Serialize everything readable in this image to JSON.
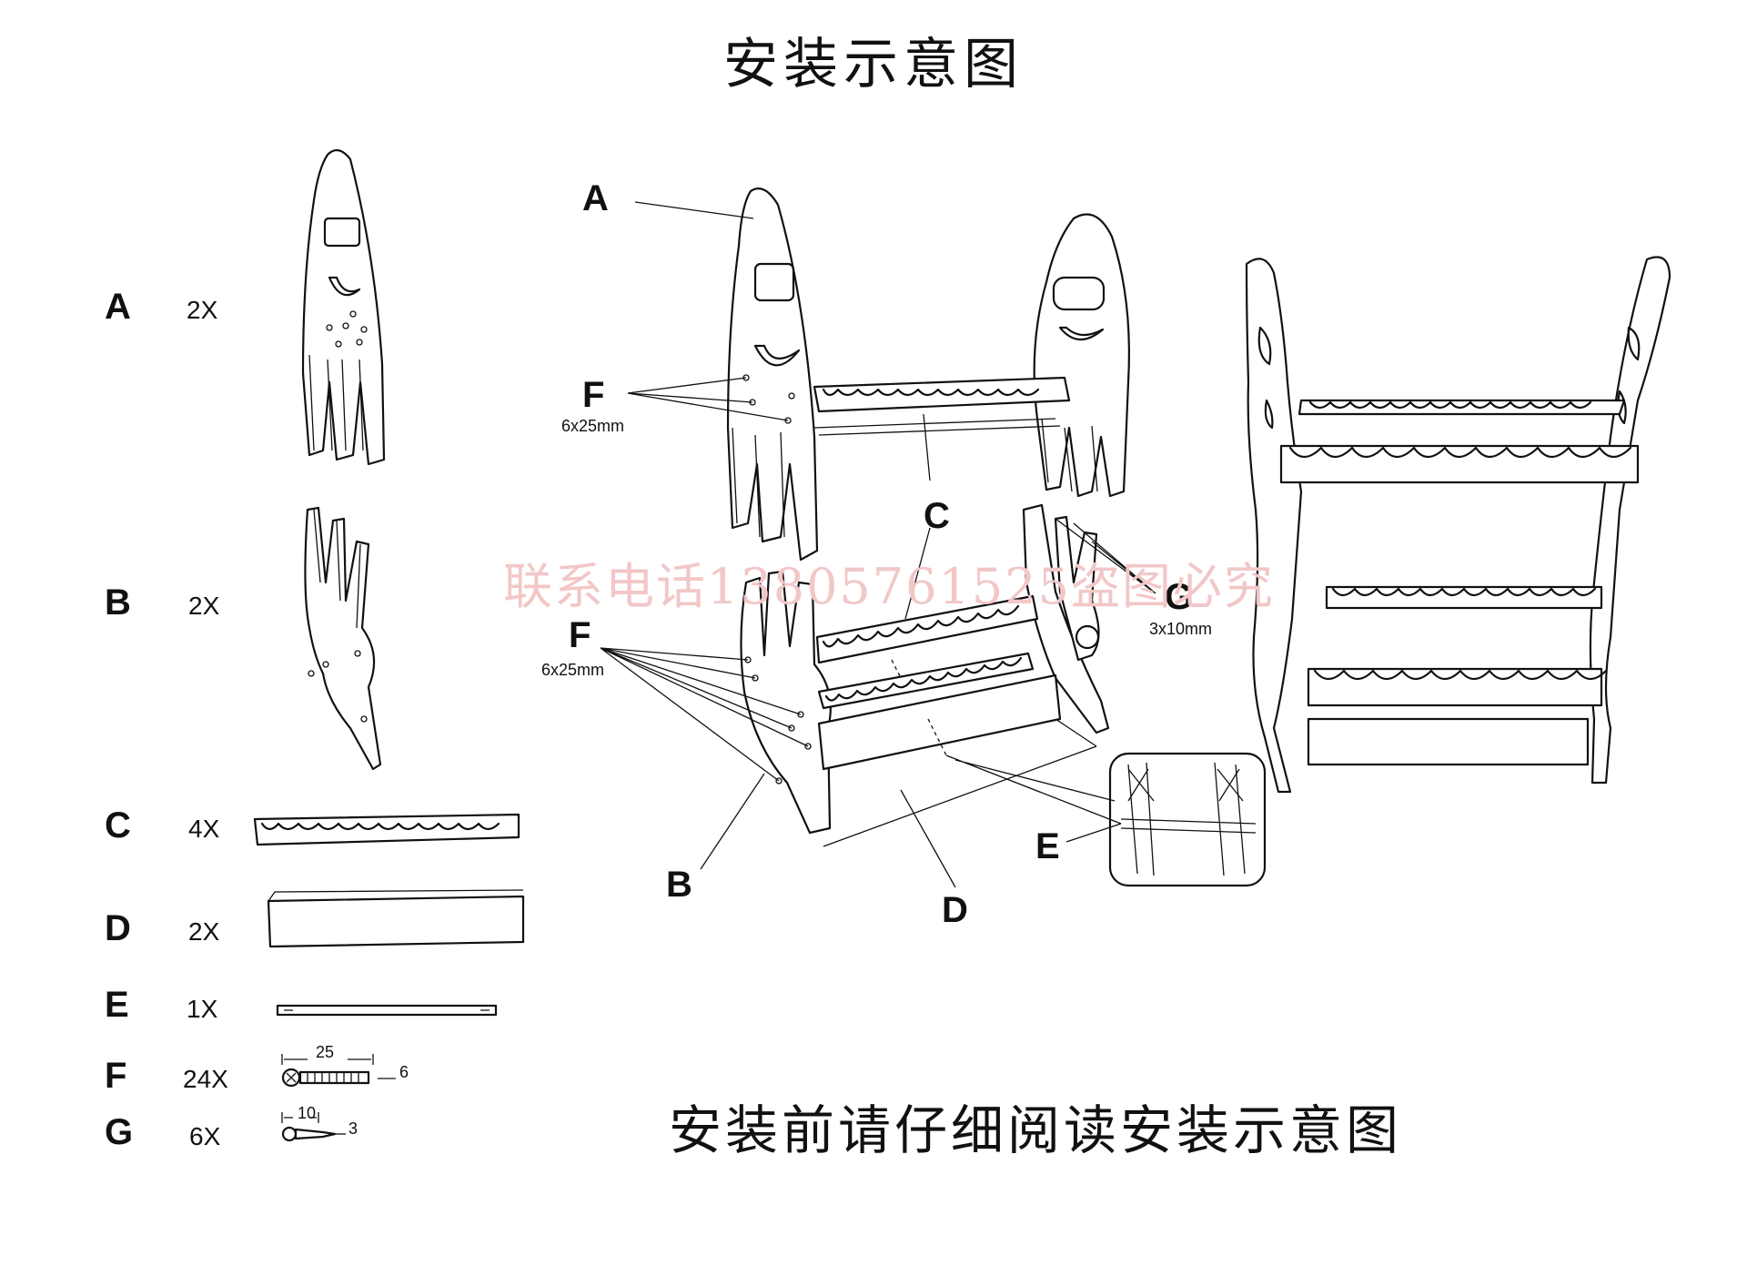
{
  "title": "安装示意图",
  "footer": "安装前请仔细阅读安装示意图",
  "watermark": "联系电话13805761525盗图必究",
  "parts": [
    {
      "id": "A",
      "qty": "2X"
    },
    {
      "id": "B",
      "qty": "2X"
    },
    {
      "id": "C",
      "qty": "4X"
    },
    {
      "id": "D",
      "qty": "2X"
    },
    {
      "id": "E",
      "qty": "1X"
    },
    {
      "id": "F",
      "qty": "24X"
    },
    {
      "id": "G",
      "qty": "6X"
    }
  ],
  "screw_f": {
    "length": "25",
    "diameter": "6"
  },
  "screw_g": {
    "length": "10",
    "diameter": "3"
  },
  "callouts": {
    "a": "A",
    "b": "B",
    "c_top": "C",
    "c_mid": "C",
    "d": "D",
    "e": "E",
    "f_top": "F",
    "f_top_spec": "6x25mm",
    "f_bottom": "F",
    "f_bottom_spec": "6x25mm",
    "g": "G",
    "g_spec": "3x10mm"
  }
}
